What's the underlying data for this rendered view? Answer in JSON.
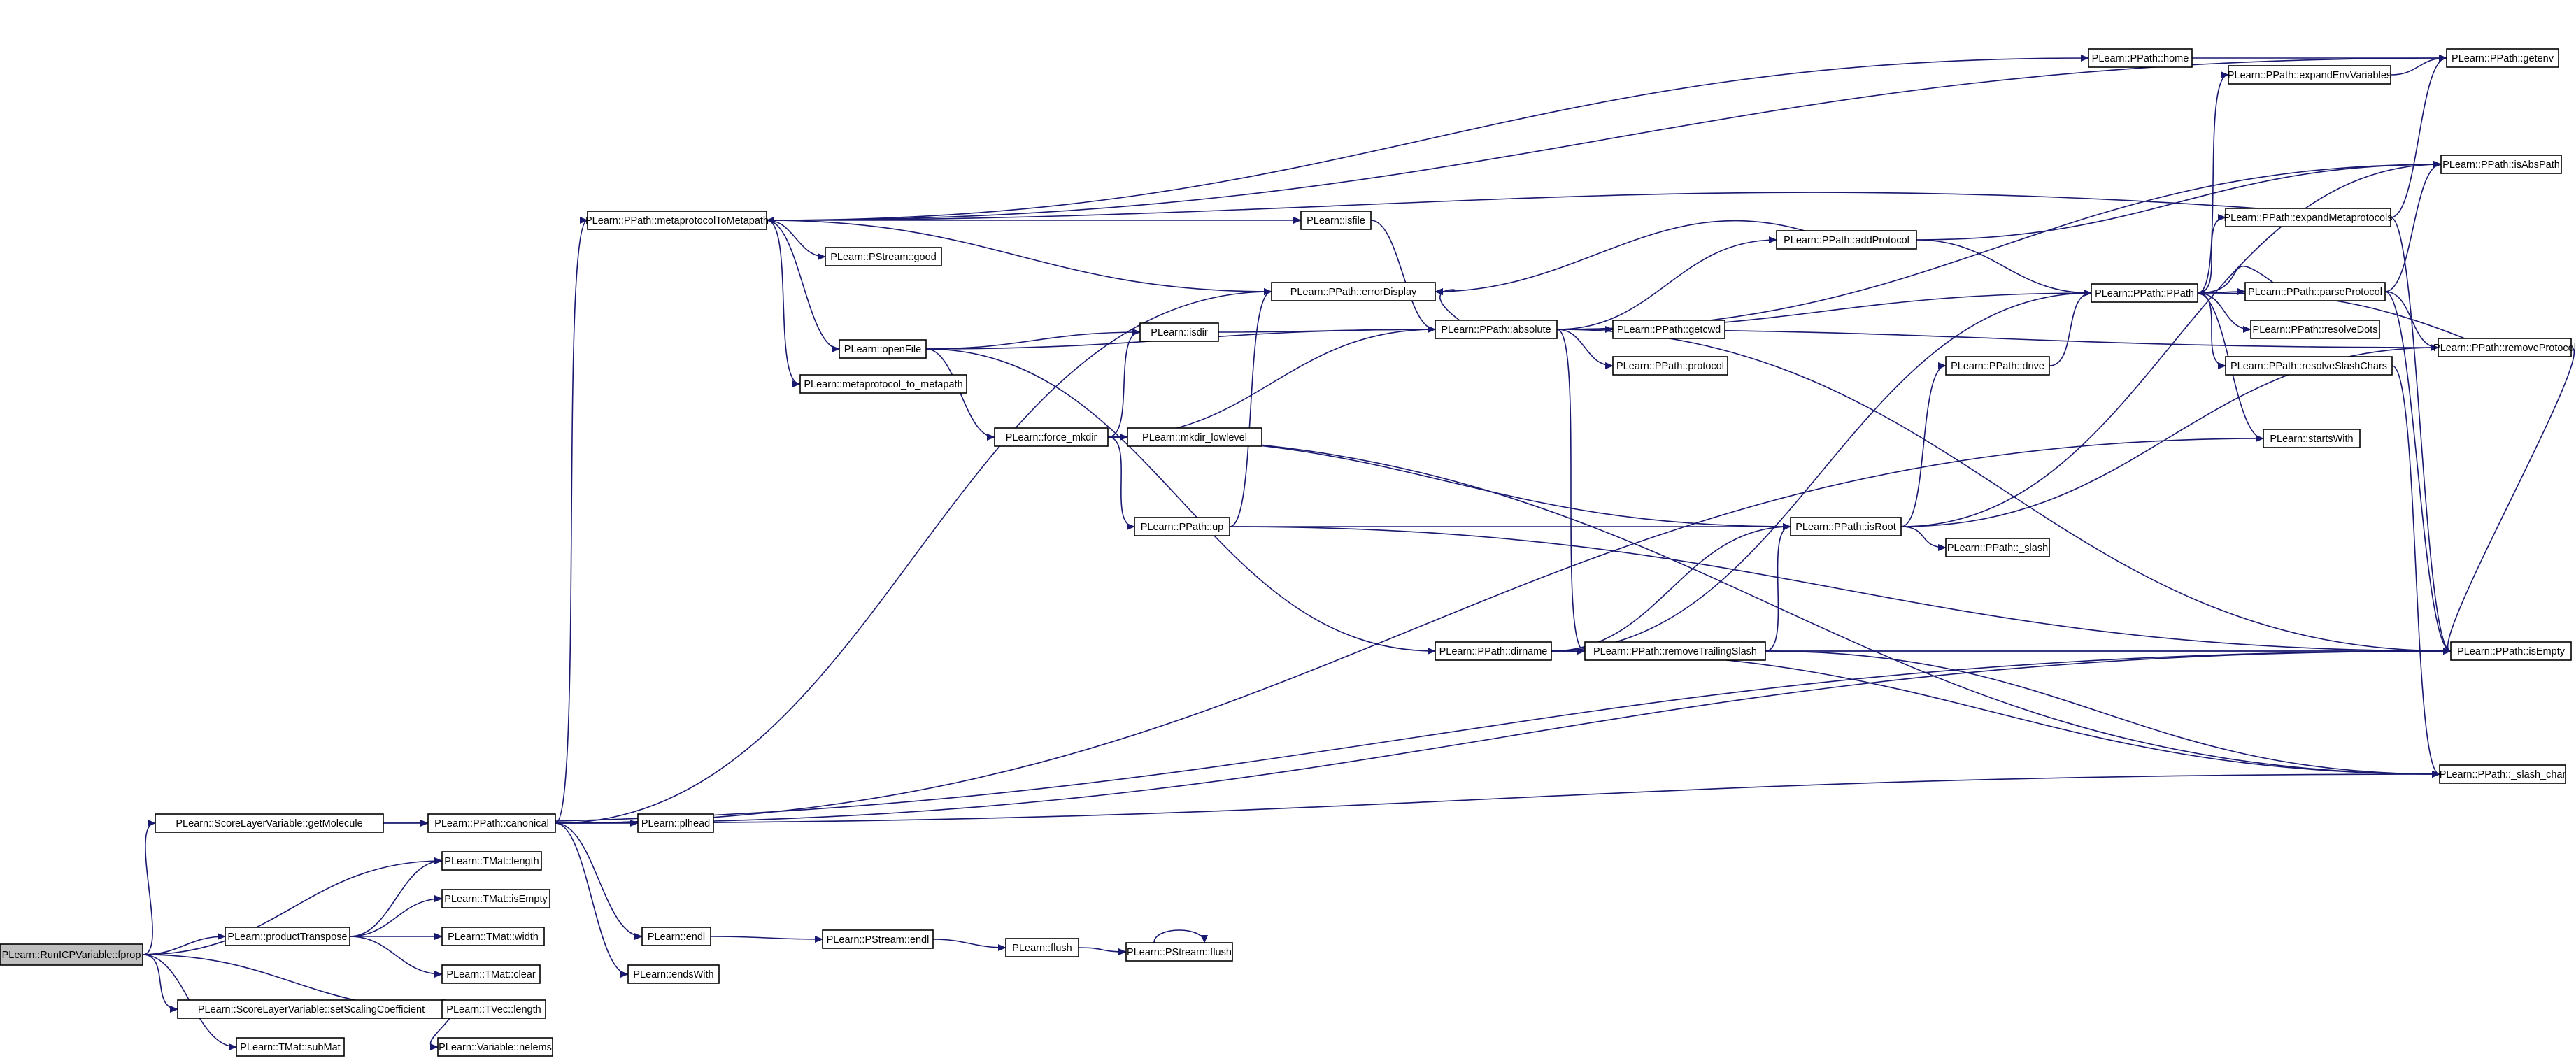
{
  "graph": {
    "type": "call-graph",
    "nodes": [
      {
        "id": "fprop",
        "label": "PLearn::RunICPVariable::fprop",
        "style": "root"
      },
      {
        "id": "getMolecule",
        "label": "PLearn::ScoreLayerVariable::getMolecule",
        "style": "normal"
      },
      {
        "id": "productTranspose",
        "label": "PLearn::productTranspose",
        "style": "normal"
      },
      {
        "id": "setScalingCoefficient",
        "label": "PLearn::ScoreLayerVariable::setScalingCoefficient",
        "style": "normal"
      },
      {
        "id": "subMat",
        "label": "PLearn::TMat::subMat",
        "style": "normal"
      },
      {
        "id": "canonical",
        "label": "PLearn::PPath::canonical",
        "style": "normal"
      },
      {
        "id": "tmat_length",
        "label": "PLearn::TMat::length",
        "style": "normal"
      },
      {
        "id": "tmat_isEmpty",
        "label": "PLearn::TMat::isEmpty",
        "style": "normal"
      },
      {
        "id": "tmat_width",
        "label": "PLearn::TMat::width",
        "style": "normal"
      },
      {
        "id": "tmat_clear",
        "label": "PLearn::TMat::clear",
        "style": "normal"
      },
      {
        "id": "tvec_length",
        "label": "PLearn::TVec::length",
        "style": "normal"
      },
      {
        "id": "nelems",
        "label": "PLearn::Variable::nelems",
        "style": "normal"
      },
      {
        "id": "metaprotocolToMetapath",
        "label": "PLearn::PPath::metaprotocolToMetapath",
        "style": "normal"
      },
      {
        "id": "pstream_good",
        "label": "PLearn::PStream::good",
        "style": "normal"
      },
      {
        "id": "openFile",
        "label": "PLearn::openFile",
        "style": "normal"
      },
      {
        "id": "metaprotocol_to_metapath",
        "label": "PLearn::metaprotocol_to_metapath",
        "style": "normal"
      },
      {
        "id": "plhead",
        "label": "PLearn::plhead",
        "style": "normal"
      },
      {
        "id": "endl",
        "label": "PLearn::endl",
        "style": "normal"
      },
      {
        "id": "endsWith",
        "label": "PLearn::endsWith",
        "style": "normal"
      },
      {
        "id": "pstream_endl",
        "label": "PLearn::PStream::endl",
        "style": "normal"
      },
      {
        "id": "flush",
        "label": "PLearn::flush",
        "style": "normal"
      },
      {
        "id": "pstream_flush",
        "label": "PLearn::PStream::flush",
        "style": "normal"
      },
      {
        "id": "isfile",
        "label": "PLearn::isfile",
        "style": "normal"
      },
      {
        "id": "errorDisplay",
        "label": "PLearn::PPath::errorDisplay",
        "style": "normal"
      },
      {
        "id": "isdir",
        "label": "PLearn::isdir",
        "style": "normal"
      },
      {
        "id": "force_mkdir",
        "label": "PLearn::force_mkdir",
        "style": "normal"
      },
      {
        "id": "mkdir_lowlevel",
        "label": "PLearn::mkdir_lowlevel",
        "style": "normal"
      },
      {
        "id": "up",
        "label": "PLearn::PPath::up",
        "style": "normal"
      },
      {
        "id": "absolute",
        "label": "PLearn::PPath::absolute",
        "style": "normal"
      },
      {
        "id": "getcwd",
        "label": "PLearn::PPath::getcwd",
        "style": "normal"
      },
      {
        "id": "protocol",
        "label": "PLearn::PPath::protocol",
        "style": "normal"
      },
      {
        "id": "dirname",
        "label": "PLearn::PPath::dirname",
        "style": "normal"
      },
      {
        "id": "removeTrailingSlash",
        "label": "PLearn::PPath::removeTrailingSlash",
        "style": "normal"
      },
      {
        "id": "addProtocol",
        "label": "PLearn::PPath::addProtocol",
        "style": "normal"
      },
      {
        "id": "home",
        "label": "PLearn::PPath::home",
        "style": "normal"
      },
      {
        "id": "ppath",
        "label": "PLearn::PPath::PPath",
        "style": "normal"
      },
      {
        "id": "drive",
        "label": "PLearn::PPath::drive",
        "style": "normal"
      },
      {
        "id": "isRoot",
        "label": "PLearn::PPath::isRoot",
        "style": "normal"
      },
      {
        "id": "_slash",
        "label": "PLearn::PPath::_slash",
        "style": "normal"
      },
      {
        "id": "expandEnvVariables",
        "label": "PLearn::PPath::expandEnvVariables",
        "style": "normal"
      },
      {
        "id": "expandMetaprotocols",
        "label": "PLearn::PPath::expandMetaprotocols",
        "style": "truncated"
      },
      {
        "id": "parseProtocol",
        "label": "PLearn::PPath::parseProtocol",
        "style": "truncated"
      },
      {
        "id": "resolveDots",
        "label": "PLearn::PPath::resolveDots",
        "style": "truncated"
      },
      {
        "id": "resolveSlashChars",
        "label": "PLearn::PPath::resolveSlashChars",
        "style": "truncated"
      },
      {
        "id": "startsWith",
        "label": "PLearn::startsWith",
        "style": "normal"
      },
      {
        "id": "getenv",
        "label": "PLearn::PPath::getenv",
        "style": "normal"
      },
      {
        "id": "isAbsPath",
        "label": "PLearn::PPath::isAbsPath",
        "style": "normal"
      },
      {
        "id": "removeProtocol",
        "label": "PLearn::PPath::removeProtocol",
        "style": "normal"
      },
      {
        "id": "ppath_isEmpty",
        "label": "PLearn::PPath::isEmpty",
        "style": "normal"
      },
      {
        "id": "slash_char",
        "label": "PLearn::PPath::_slash_char",
        "style": "normal"
      }
    ],
    "edges": [
      [
        "fprop",
        "getMolecule"
      ],
      [
        "fprop",
        "tmat_length"
      ],
      [
        "fprop",
        "productTranspose"
      ],
      [
        "fprop",
        "setScalingCoefficient"
      ],
      [
        "fprop",
        "tvec_length"
      ],
      [
        "fprop",
        "subMat"
      ],
      [
        "getMolecule",
        "canonical"
      ],
      [
        "getMolecule",
        "ppath_isEmpty"
      ],
      [
        "productTranspose",
        "tmat_length"
      ],
      [
        "productTranspose",
        "tmat_isEmpty"
      ],
      [
        "productTranspose",
        "tmat_width"
      ],
      [
        "productTranspose",
        "tmat_clear"
      ],
      [
        "setScalingCoefficient",
        "tvec_length"
      ],
      [
        "setScalingCoefficient",
        "nelems"
      ],
      [
        "canonical",
        "metaprotocolToMetapath"
      ],
      [
        "canonical",
        "plhead"
      ],
      [
        "canonical",
        "endl"
      ],
      [
        "canonical",
        "endsWith"
      ],
      [
        "canonical",
        "ppath_isEmpty"
      ],
      [
        "canonical",
        "slash_char"
      ],
      [
        "canonical",
        "startsWith"
      ],
      [
        "canonical",
        "errorDisplay"
      ],
      [
        "endl",
        "pstream_endl"
      ],
      [
        "pstream_endl",
        "flush"
      ],
      [
        "flush",
        "pstream_flush"
      ],
      [
        "pstream_flush",
        "pstream_flush"
      ],
      [
        "metaprotocolToMetapath",
        "home"
      ],
      [
        "metaprotocolToMetapath",
        "getenv"
      ],
      [
        "metaprotocolToMetapath",
        "isfile"
      ],
      [
        "metaprotocolToMetapath",
        "pstream_good"
      ],
      [
        "metaprotocolToMetapath",
        "openFile"
      ],
      [
        "metaprotocolToMetapath",
        "metaprotocol_to_metapath"
      ],
      [
        "metaprotocolToMetapath",
        "errorDisplay"
      ],
      [
        "expandMetaprotocols",
        "metaprotocolToMetapath"
      ],
      [
        "isfile",
        "absolute"
      ],
      [
        "openFile",
        "isdir"
      ],
      [
        "openFile",
        "absolute"
      ],
      [
        "openFile",
        "force_mkdir"
      ],
      [
        "openFile",
        "dirname"
      ],
      [
        "force_mkdir",
        "isdir"
      ],
      [
        "force_mkdir",
        "mkdir_lowlevel"
      ],
      [
        "force_mkdir",
        "absolute"
      ],
      [
        "force_mkdir",
        "up"
      ],
      [
        "force_mkdir",
        "isRoot"
      ],
      [
        "force_mkdir",
        "slash_char"
      ],
      [
        "isdir",
        "absolute"
      ],
      [
        "up",
        "errorDisplay"
      ],
      [
        "up",
        "isRoot"
      ],
      [
        "up",
        "ppath_isEmpty"
      ],
      [
        "absolute",
        "errorDisplay"
      ],
      [
        "absolute",
        "getcwd"
      ],
      [
        "absolute",
        "protocol"
      ],
      [
        "absolute",
        "addProtocol"
      ],
      [
        "absolute",
        "ppath"
      ],
      [
        "absolute",
        "isAbsPath"
      ],
      [
        "absolute",
        "removeTrailingSlash"
      ],
      [
        "absolute",
        "removeProtocol"
      ],
      [
        "absolute",
        "ppath_isEmpty"
      ],
      [
        "addProtocol",
        "ppath"
      ],
      [
        "addProtocol",
        "isAbsPath"
      ],
      [
        "addProtocol",
        "errorDisplay"
      ],
      [
        "dirname",
        "removeTrailingSlash"
      ],
      [
        "dirname",
        "isRoot"
      ],
      [
        "dirname",
        "ppath"
      ],
      [
        "dirname",
        "ppath_isEmpty"
      ],
      [
        "dirname",
        "slash_char"
      ],
      [
        "removeTrailingSlash",
        "isRoot"
      ],
      [
        "removeTrailingSlash",
        "ppath_isEmpty"
      ],
      [
        "removeTrailingSlash",
        "slash_char"
      ],
      [
        "isRoot",
        "_slash"
      ],
      [
        "isRoot",
        "drive"
      ],
      [
        "isRoot",
        "isAbsPath"
      ],
      [
        "isRoot",
        "removeProtocol"
      ],
      [
        "drive",
        "ppath"
      ],
      [
        "home",
        "getenv"
      ],
      [
        "ppath",
        "expandEnvVariables"
      ],
      [
        "ppath",
        "expandMetaprotocols"
      ],
      [
        "ppath",
        "parseProtocol"
      ],
      [
        "ppath",
        "resolveDots"
      ],
      [
        "ppath",
        "resolveSlashChars"
      ],
      [
        "ppath",
        "startsWith"
      ],
      [
        "expandEnvVariables",
        "getenv"
      ],
      [
        "expandMetaprotocols",
        "getenv"
      ],
      [
        "expandMetaprotocols",
        "ppath_isEmpty"
      ],
      [
        "parseProtocol",
        "ppath"
      ],
      [
        "parseProtocol",
        "isAbsPath"
      ],
      [
        "parseProtocol",
        "removeProtocol"
      ],
      [
        "parseProtocol",
        "ppath_isEmpty"
      ],
      [
        "removeProtocol",
        "ppath"
      ],
      [
        "removeProtocol",
        "ppath_isEmpty"
      ],
      [
        "resolveSlashChars",
        "slash_char"
      ]
    ]
  }
}
